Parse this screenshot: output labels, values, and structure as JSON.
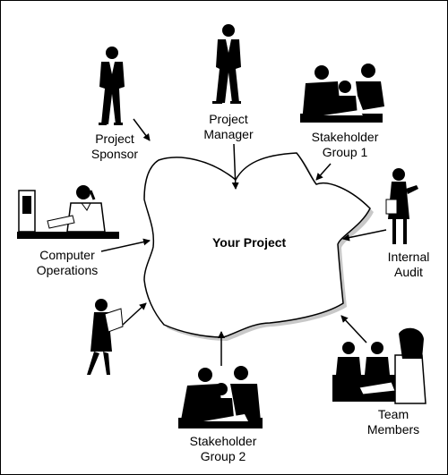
{
  "center": {
    "label": "Your Project"
  },
  "stakeholders": {
    "project_sponsor": {
      "line1": "Project",
      "line2": "Sponsor"
    },
    "project_manager": {
      "line1": "Project",
      "line2": "Manager"
    },
    "stakeholder_group_1": {
      "line1": "Stakeholder",
      "line2": "Group 1"
    },
    "internal_audit": {
      "line1": "Internal",
      "line2": "Audit"
    },
    "team_members": {
      "line1": "Team",
      "line2": "Members"
    },
    "stakeholder_group_2": {
      "line1": "Stakeholder",
      "line2": "Group 2"
    },
    "computer_operations": {
      "line1": "Computer",
      "line2": "Operations"
    }
  },
  "colors": {
    "ink": "#000000",
    "shadow": "#c8c8c8",
    "background": "#ffffff"
  }
}
